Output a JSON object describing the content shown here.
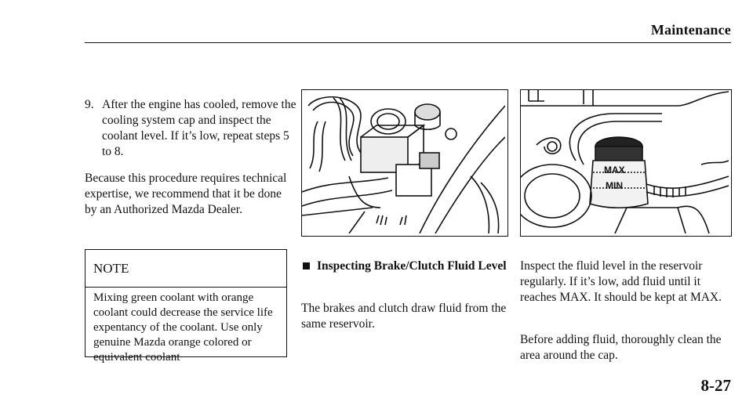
{
  "header": {
    "section_title": "Maintenance"
  },
  "step": {
    "number": "9.",
    "text": "After the engine has cooled, remove the cooling system cap and inspect the coolant level. If it’s low, repeat steps 5 to 8."
  },
  "paragraph_expertise": "Because this procedure requires technical expertise, we recommend that it be done by an Authorized Mazda Dealer.",
  "note": {
    "title": "NOTE",
    "body": "Mixing green coolant with orange coolant could decrease the service life expentancy of the coolant. Use only genuine Mazda orange colored or equivalent coolant"
  },
  "section": {
    "heading": "Inspecting Brake/Clutch Fluid Level",
    "paragraph": "The brakes and clutch draw fluid from the same reservoir."
  },
  "right_column": {
    "paragraph1": "Inspect the fluid level in the reservoir regularly. If it’s low, add fluid until it reaches MAX. It should be kept at MAX.",
    "paragraph2": "Before adding fluid, thoroughly clean the area around the cap."
  },
  "illustrations": {
    "reservoir_max_label": "MAX",
    "reservoir_min_label": "MIN"
  },
  "page_number": "8-27"
}
